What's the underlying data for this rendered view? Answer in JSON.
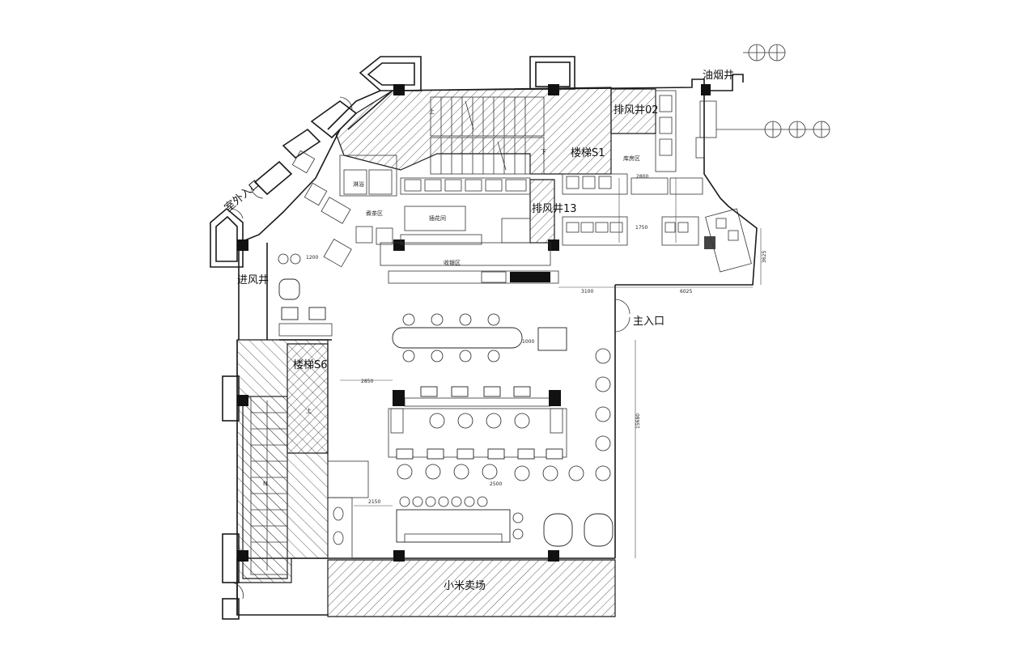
{
  "labels": {
    "oil_shaft": "油烟井",
    "exhaust_shaft_02": "排风井02",
    "stair_s1": "楼梯S1",
    "exhaust_shaft_13": "排风井13",
    "outdoor_entrance": "室外入口",
    "intake_shaft": "进风井",
    "stair_s6": "楼梯S6",
    "main_entrance": "主入口",
    "xiaomi_store": "小米卖场",
    "tea_area": "煮茶区",
    "cashier_area": "收银区",
    "flower_room": "插花间",
    "storage_area": "库房区",
    "shower": "淋浴",
    "up_mark": "上",
    "down_mark": "下",
    "north_mark": "N"
  },
  "dimensions": {
    "d1000": "1000",
    "d1750": "1750",
    "d2800": "2800",
    "d3100": "3100",
    "d6025": "6025",
    "d2850": "2850",
    "d2150": "2150",
    "d15680": "15680",
    "d3625": "3625",
    "d1200": "1200",
    "d2500": "2500"
  }
}
